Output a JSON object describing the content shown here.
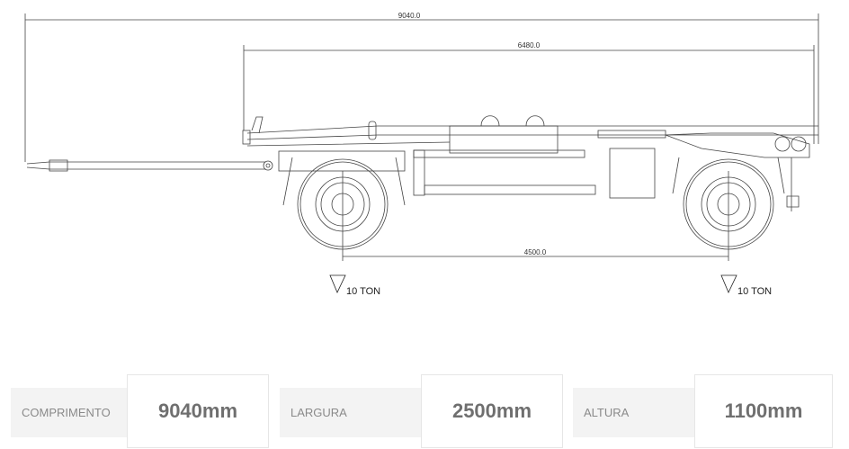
{
  "drawing": {
    "dim_overall": "9040.0",
    "dim_body": "6480.0",
    "dim_wheelbase": "4500.0",
    "axle_front_load": "10 TON",
    "axle_rear_load": "10 TON"
  },
  "specs": [
    {
      "label": "COMPRIMENTO",
      "value": "9040mm"
    },
    {
      "label": "LARGURA",
      "value": "2500mm"
    },
    {
      "label": "ALTURA",
      "value": "1100mm"
    }
  ]
}
